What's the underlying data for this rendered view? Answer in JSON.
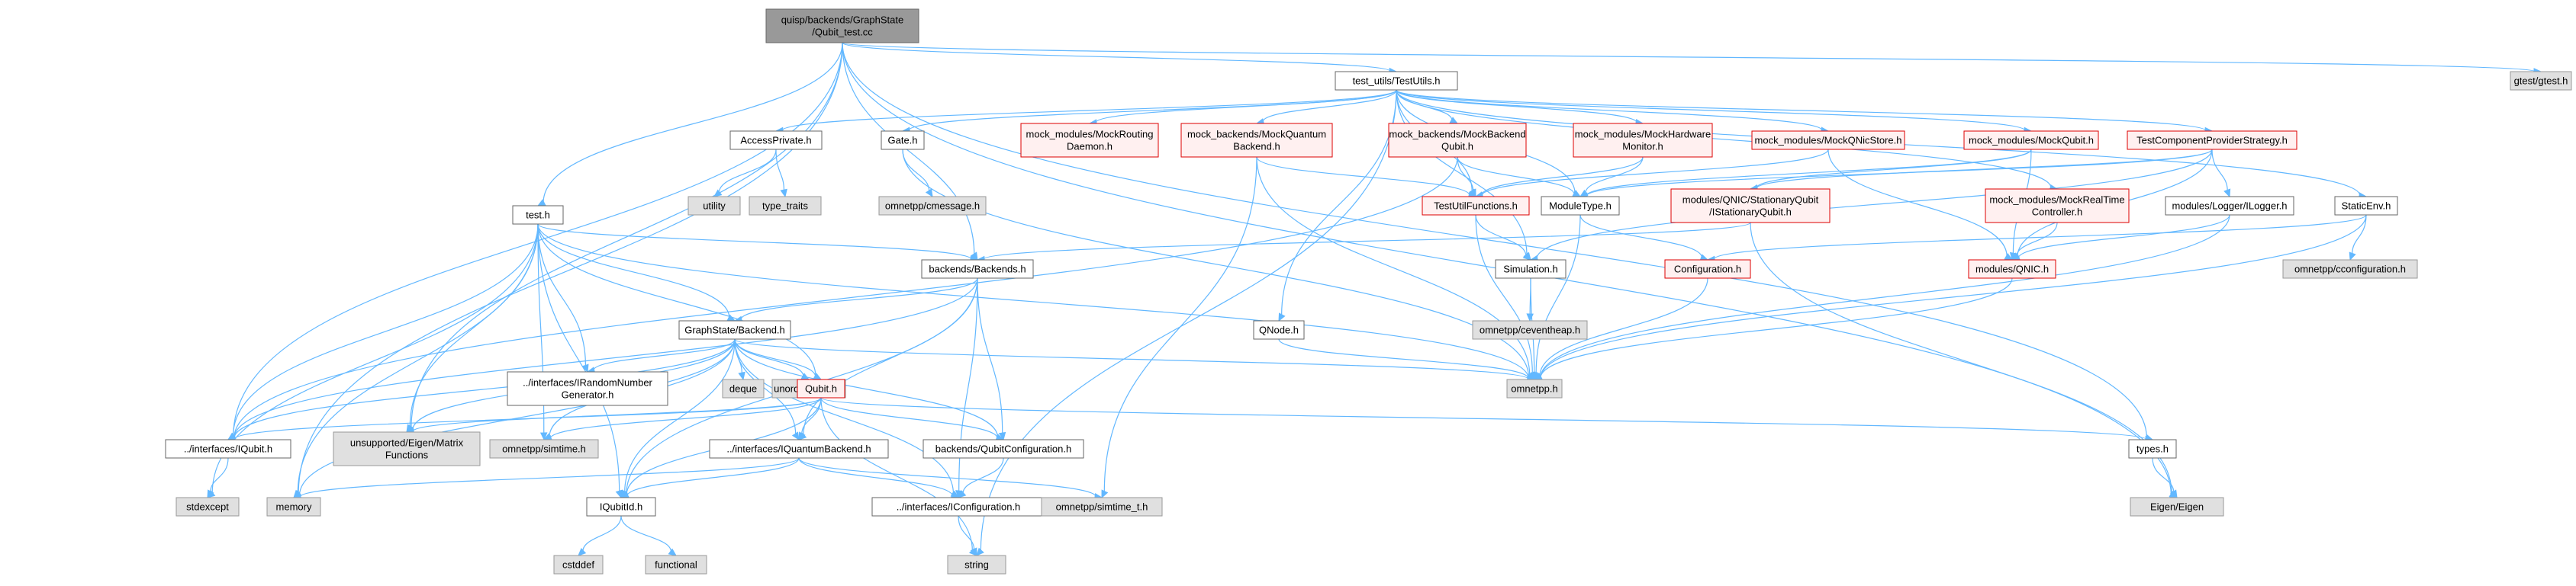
{
  "colors": {
    "edge": "#63b8ff",
    "root_fill": "#999999",
    "root_stroke": "#666666",
    "normal_fill": "#ffffff",
    "normal_stroke": "#666666",
    "red_fill": "#fff0f0",
    "red_stroke": "#dd0000",
    "grey_fill": "#e0e0e0",
    "grey_stroke": "#999999"
  },
  "nodes": [
    {
      "id": "root",
      "style": "root",
      "lines": [
        "quisp/backends/GraphState",
        "/Qubit_test.cc"
      ]
    },
    {
      "id": "testutils",
      "style": "normal",
      "lines": [
        "test_utils/TestUtils.h"
      ]
    },
    {
      "id": "gtest",
      "style": "grey",
      "lines": [
        "gtest/gtest.h"
      ]
    },
    {
      "id": "accessprivate",
      "style": "normal",
      "lines": [
        "AccessPrivate.h"
      ]
    },
    {
      "id": "gate",
      "style": "normal",
      "lines": [
        "Gate.h"
      ]
    },
    {
      "id": "mockrouting",
      "style": "red",
      "lines": [
        "mock_modules/MockRouting",
        "Daemon.h"
      ]
    },
    {
      "id": "mockquantum",
      "style": "red",
      "lines": [
        "mock_backends/MockQuantum",
        "Backend.h"
      ]
    },
    {
      "id": "mockbackendqubit",
      "style": "red",
      "lines": [
        "mock_backends/MockBackend",
        "Qubit.h"
      ]
    },
    {
      "id": "mockhardware",
      "style": "red",
      "lines": [
        "mock_modules/MockHardware",
        "Monitor.h"
      ]
    },
    {
      "id": "mockqnicstore",
      "style": "red",
      "lines": [
        "mock_modules/MockQNicStore.h"
      ]
    },
    {
      "id": "mockqubit",
      "style": "red",
      "lines": [
        "mock_modules/MockQubit.h"
      ]
    },
    {
      "id": "tcps",
      "style": "red",
      "lines": [
        "TestComponentProviderStrategy.h"
      ]
    },
    {
      "id": "utility",
      "style": "grey",
      "lines": [
        "utility"
      ]
    },
    {
      "id": "typetraits",
      "style": "grey",
      "lines": [
        "type_traits"
      ]
    },
    {
      "id": "cmessage",
      "style": "grey",
      "lines": [
        "omnetpp/cmessage.h"
      ]
    },
    {
      "id": "testutilfunctions",
      "style": "red",
      "lines": [
        "TestUtilFunctions.h"
      ]
    },
    {
      "id": "moduletype",
      "style": "normal",
      "lines": [
        "ModuleType.h"
      ]
    },
    {
      "id": "stationaryqubit",
      "style": "red",
      "lines": [
        "modules/QNIC/StationaryQubit",
        "/IStationaryQubit.h"
      ]
    },
    {
      "id": "mockrealtime",
      "style": "red",
      "lines": [
        "mock_modules/MockRealTime",
        "Controller.h"
      ]
    },
    {
      "id": "ilogger",
      "style": "normal",
      "lines": [
        "modules/Logger/ILogger.h"
      ]
    },
    {
      "id": "staticenv",
      "style": "normal",
      "lines": [
        "StaticEnv.h"
      ]
    },
    {
      "id": "test",
      "style": "normal",
      "lines": [
        "test.h"
      ]
    },
    {
      "id": "backends",
      "style": "normal",
      "lines": [
        "backends/Backends.h"
      ]
    },
    {
      "id": "simulation",
      "style": "normal",
      "lines": [
        "Simulation.h"
      ]
    },
    {
      "id": "configuration",
      "style": "red",
      "lines": [
        "Configuration.h"
      ]
    },
    {
      "id": "modulesqnic",
      "style": "red",
      "lines": [
        "modules/QNIC.h"
      ]
    },
    {
      "id": "cconfiguration",
      "style": "grey",
      "lines": [
        "omnetpp/cconfiguration.h"
      ]
    },
    {
      "id": "ceventheap",
      "style": "grey",
      "lines": [
        "omnetpp/ceventheap.h"
      ]
    },
    {
      "id": "qnode",
      "style": "normal",
      "lines": [
        "QNode.h"
      ]
    },
    {
      "id": "gsbackend",
      "style": "normal",
      "lines": [
        "GraphState/Backend.h"
      ]
    },
    {
      "id": "omnetpp",
      "style": "grey",
      "lines": [
        "omnetpp.h"
      ]
    },
    {
      "id": "irandom",
      "style": "normal",
      "lines": [
        "../interfaces/IRandomNumber",
        "Generator.h"
      ]
    },
    {
      "id": "deque",
      "style": "grey",
      "lines": [
        "deque"
      ]
    },
    {
      "id": "unorderedmap",
      "style": "grey",
      "lines": [
        "unordered_map"
      ]
    },
    {
      "id": "qubith",
      "style": "red",
      "lines": [
        "Qubit.h"
      ]
    },
    {
      "id": "iqubit",
      "style": "normal",
      "lines": [
        "../interfaces/IQubit.h"
      ]
    },
    {
      "id": "eigenmatrix",
      "style": "grey",
      "lines": [
        "unsupported/Eigen/Matrix",
        "Functions"
      ]
    },
    {
      "id": "simtime",
      "style": "grey",
      "lines": [
        "omnetpp/simtime.h"
      ]
    },
    {
      "id": "iquantumbackend",
      "style": "normal",
      "lines": [
        "../interfaces/IQuantumBackend.h"
      ]
    },
    {
      "id": "qubitconfiguration",
      "style": "normal",
      "lines": [
        "backends/QubitConfiguration.h"
      ]
    },
    {
      "id": "types",
      "style": "normal",
      "lines": [
        "types.h"
      ]
    },
    {
      "id": "stdexcept",
      "style": "grey",
      "lines": [
        "stdexcept"
      ]
    },
    {
      "id": "memory",
      "style": "grey",
      "lines": [
        "memory"
      ]
    },
    {
      "id": "iqubitid",
      "style": "normal",
      "lines": [
        "IQubitId.h"
      ]
    },
    {
      "id": "iconfiguration",
      "style": "normal",
      "lines": [
        "../interfaces/IConfiguration.h"
      ]
    },
    {
      "id": "simtimet",
      "style": "grey",
      "lines": [
        "omnetpp/simtime_t.h"
      ]
    },
    {
      "id": "eigen",
      "style": "grey",
      "lines": [
        "Eigen/Eigen"
      ]
    },
    {
      "id": "cstddef",
      "style": "grey",
      "lines": [
        "cstddef"
      ]
    },
    {
      "id": "functional",
      "style": "grey",
      "lines": [
        "functional"
      ]
    },
    {
      "id": "string",
      "style": "grey",
      "lines": [
        "string"
      ]
    }
  ],
  "edges": [
    [
      "root",
      "testutils"
    ],
    [
      "root",
      "gtest"
    ],
    [
      "root",
      "test"
    ],
    [
      "root",
      "backends"
    ],
    [
      "root",
      "iqubit"
    ],
    [
      "root",
      "eigenmatrix"
    ],
    [
      "root",
      "memory"
    ],
    [
      "root",
      "types"
    ],
    [
      "root",
      "eigen"
    ],
    [
      "testutils",
      "accessprivate"
    ],
    [
      "testutils",
      "gate"
    ],
    [
      "testutils",
      "mockrouting"
    ],
    [
      "testutils",
      "mockquantum"
    ],
    [
      "testutils",
      "mockbackendqubit"
    ],
    [
      "testutils",
      "mockhardware"
    ],
    [
      "testutils",
      "mockqnicstore"
    ],
    [
      "testutils",
      "mockqubit"
    ],
    [
      "testutils",
      "tcps"
    ],
    [
      "testutils",
      "staticenv"
    ],
    [
      "testutils",
      "testutilfunctions"
    ],
    [
      "testutils",
      "simulation"
    ],
    [
      "testutils",
      "qnode"
    ],
    [
      "testutils",
      "moduletype"
    ],
    [
      "testutils",
      "mockrealtime"
    ],
    [
      "testutils",
      "string"
    ],
    [
      "accessprivate",
      "utility"
    ],
    [
      "accessprivate",
      "typetraits"
    ],
    [
      "gate",
      "cmessage"
    ],
    [
      "gate",
      "omnetpp"
    ],
    [
      "mockquantum",
      "testutilfunctions"
    ],
    [
      "mockquantum",
      "omnetpp"
    ],
    [
      "mockquantum",
      "simtimet"
    ],
    [
      "mockbackendqubit",
      "testutilfunctions"
    ],
    [
      "mockbackendqubit",
      "moduletype"
    ],
    [
      "mockbackendqubit",
      "iqubit"
    ],
    [
      "mockhardware",
      "testutilfunctions"
    ],
    [
      "mockhardware",
      "moduletype"
    ],
    [
      "mockqnicstore",
      "testutilfunctions"
    ],
    [
      "mockqnicstore",
      "modulesqnic"
    ],
    [
      "mockqubit",
      "moduletype"
    ],
    [
      "mockqubit",
      "stationaryqubit"
    ],
    [
      "mockqubit",
      "modulesqnic"
    ],
    [
      "tcps",
      "moduletype"
    ],
    [
      "tcps",
      "stationaryqubit"
    ],
    [
      "tcps",
      "ilogger"
    ],
    [
      "tcps",
      "modulesqnic"
    ],
    [
      "tcps",
      "simulation"
    ],
    [
      "stationaryqubit",
      "backends"
    ],
    [
      "stationaryqubit",
      "eigen"
    ],
    [
      "mockrealtime",
      "modulesqnic"
    ],
    [
      "ilogger",
      "modulesqnic"
    ],
    [
      "ilogger",
      "omnetpp"
    ],
    [
      "staticenv",
      "configuration"
    ],
    [
      "staticenv",
      "cconfiguration"
    ],
    [
      "staticenv",
      "omnetpp"
    ],
    [
      "testutilfunctions",
      "simulation"
    ],
    [
      "testutilfunctions",
      "omnetpp"
    ],
    [
      "moduletype",
      "omnetpp"
    ],
    [
      "moduletype",
      "configuration"
    ],
    [
      "configuration",
      "omnetpp"
    ],
    [
      "modulesqnic",
      "omnetpp"
    ],
    [
      "simulation",
      "ceventheap"
    ],
    [
      "simulation",
      "omnetpp"
    ],
    [
      "qnode",
      "omnetpp"
    ],
    [
      "test",
      "backends"
    ],
    [
      "test",
      "gsbackend"
    ],
    [
      "test",
      "irandom"
    ],
    [
      "test",
      "qubith"
    ],
    [
      "test",
      "iqubit"
    ],
    [
      "test",
      "eigenmatrix"
    ],
    [
      "test",
      "simtime"
    ],
    [
      "test",
      "stdexcept"
    ],
    [
      "test",
      "memory"
    ],
    [
      "test",
      "iqubitid"
    ],
    [
      "test",
      "omnetpp"
    ],
    [
      "backends",
      "gsbackend"
    ],
    [
      "backends",
      "iquantumbackend"
    ],
    [
      "backends",
      "qubitconfiguration"
    ],
    [
      "backends",
      "iqubit"
    ],
    [
      "backends",
      "iqubitid"
    ],
    [
      "backends",
      "iconfiguration"
    ],
    [
      "gsbackend",
      "irandom"
    ],
    [
      "gsbackend",
      "deque"
    ],
    [
      "gsbackend",
      "unorderedmap"
    ],
    [
      "gsbackend",
      "qubith"
    ],
    [
      "gsbackend",
      "iqubit"
    ],
    [
      "gsbackend",
      "eigenmatrix"
    ],
    [
      "gsbackend",
      "simtime"
    ],
    [
      "gsbackend",
      "memory"
    ],
    [
      "gsbackend",
      "iquantumbackend"
    ],
    [
      "gsbackend",
      "qubitconfiguration"
    ],
    [
      "gsbackend",
      "iqubitid"
    ],
    [
      "gsbackend",
      "iconfiguration"
    ],
    [
      "gsbackend",
      "omnetpp"
    ],
    [
      "qubith",
      "iqubit"
    ],
    [
      "qubith",
      "eigenmatrix"
    ],
    [
      "qubith",
      "simtime"
    ],
    [
      "qubith",
      "iquantumbackend"
    ],
    [
      "qubith",
      "qubitconfiguration"
    ],
    [
      "qubith",
      "types"
    ],
    [
      "qubith",
      "iqubitid"
    ],
    [
      "qubith",
      "string"
    ],
    [
      "iqubit",
      "stdexcept"
    ],
    [
      "iquantumbackend",
      "memory"
    ],
    [
      "iquantumbackend",
      "iqubitid"
    ],
    [
      "iquantumbackend",
      "iconfiguration"
    ],
    [
      "iquantumbackend",
      "simtimet"
    ],
    [
      "qubitconfiguration",
      "iconfiguration"
    ],
    [
      "types",
      "eigen"
    ],
    [
      "iqubitid",
      "cstddef"
    ],
    [
      "iqubitid",
      "functional"
    ],
    [
      "iconfiguration",
      "string"
    ]
  ]
}
